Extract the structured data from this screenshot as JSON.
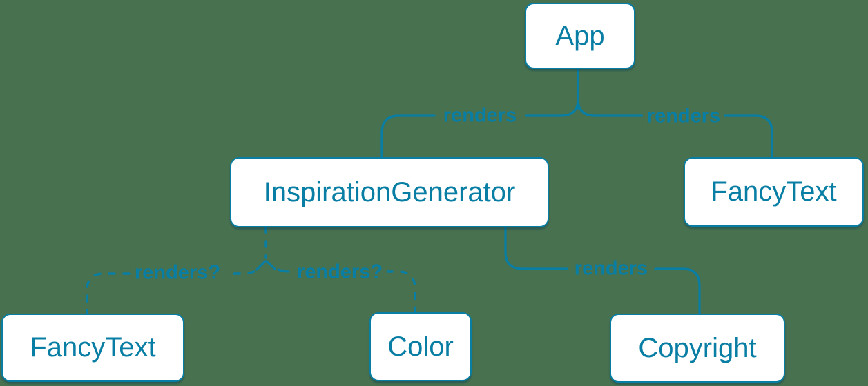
{
  "canvas": {
    "background_color": "#48714f",
    "accent_color": "#087ea4",
    "node_fill_color": "#ffffff"
  },
  "nodes": {
    "app": {
      "label": "App"
    },
    "inspiration_generator": {
      "label": "InspirationGenerator"
    },
    "fancy_text_top": {
      "label": "FancyText"
    },
    "fancy_text_bottom": {
      "label": "FancyText"
    },
    "color": {
      "label": "Color"
    },
    "copyright": {
      "label": "Copyright"
    }
  },
  "edges": {
    "app_to_inspiration_generator": {
      "label": "renders",
      "style": "solid"
    },
    "app_to_fancy_text": {
      "label": "renders",
      "style": "solid"
    },
    "inspiration_generator_to_copyright": {
      "label": "renders",
      "style": "solid"
    },
    "inspiration_generator_to_fancy_text": {
      "label": "renders?",
      "style": "dashed"
    },
    "inspiration_generator_to_color": {
      "label": "renders?",
      "style": "dashed"
    }
  }
}
